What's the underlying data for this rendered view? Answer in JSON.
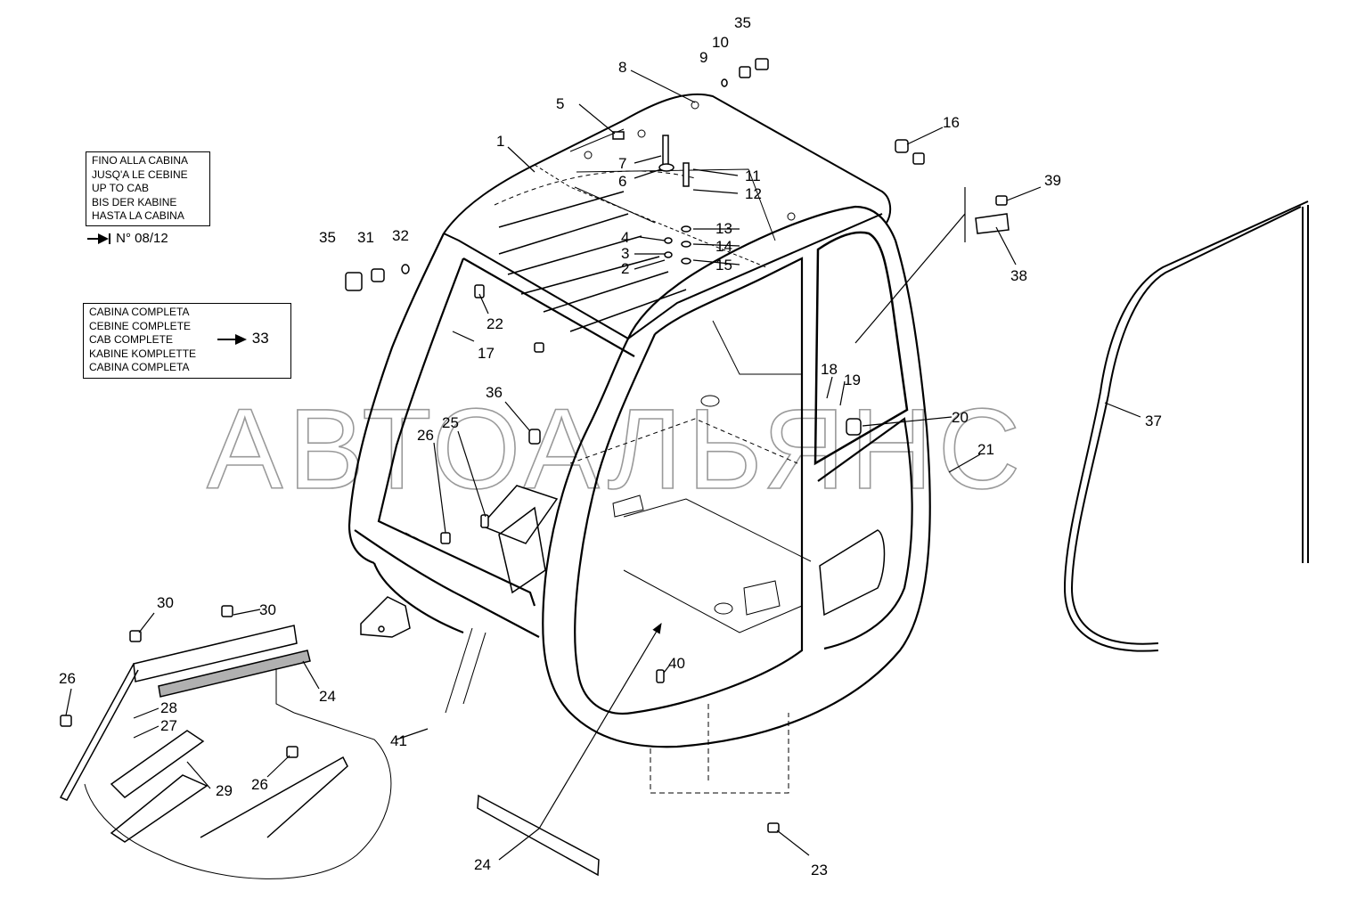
{
  "legend_up_to_cab": {
    "lines": [
      "FINO ALLA CABINA",
      "JUSQ'A LE CEBINE",
      "UP TO CAB",
      "BIS DER KABINE",
      "HASTA LA  CABINA"
    ],
    "ref": "N° 08/12"
  },
  "legend_cab_complete": {
    "lines": [
      "CABINA COMPLETA",
      "CEBINE COMPLETE",
      "CAB COMPLETE",
      "KABINE KOMPLETTE",
      "CABINA COMPLETA"
    ],
    "ref": "33"
  },
  "watermark": "АВТОАЛЬЯНС",
  "callouts": [
    {
      "id": "c35a",
      "label": "35"
    },
    {
      "id": "c10",
      "label": "10"
    },
    {
      "id": "c9",
      "label": "9"
    },
    {
      "id": "c8",
      "label": "8"
    },
    {
      "id": "c16",
      "label": "16"
    },
    {
      "id": "c5",
      "label": "5"
    },
    {
      "id": "c1",
      "label": "1"
    },
    {
      "id": "c7",
      "label": "7"
    },
    {
      "id": "c6",
      "label": "6"
    },
    {
      "id": "c11",
      "label": "11"
    },
    {
      "id": "c12",
      "label": "12"
    },
    {
      "id": "c39",
      "label": "39"
    },
    {
      "id": "c13",
      "label": "13"
    },
    {
      "id": "c4",
      "label": "4"
    },
    {
      "id": "c14",
      "label": "14"
    },
    {
      "id": "c3",
      "label": "3"
    },
    {
      "id": "c15",
      "label": "15"
    },
    {
      "id": "c2",
      "label": "2"
    },
    {
      "id": "c35b",
      "label": "35"
    },
    {
      "id": "c31",
      "label": "31"
    },
    {
      "id": "c32",
      "label": "32"
    },
    {
      "id": "c38",
      "label": "38"
    },
    {
      "id": "c22",
      "label": "22"
    },
    {
      "id": "c17",
      "label": "17"
    },
    {
      "id": "c36",
      "label": "36"
    },
    {
      "id": "c18",
      "label": "18"
    },
    {
      "id": "c19",
      "label": "19"
    },
    {
      "id": "c20",
      "label": "20"
    },
    {
      "id": "c37",
      "label": "37"
    },
    {
      "id": "c26a",
      "label": "26"
    },
    {
      "id": "c25",
      "label": "25"
    },
    {
      "id": "c21",
      "label": "21"
    },
    {
      "id": "c30a",
      "label": "30"
    },
    {
      "id": "c30b",
      "label": "30"
    },
    {
      "id": "c40",
      "label": "40"
    },
    {
      "id": "c26b",
      "label": "26"
    },
    {
      "id": "c24a",
      "label": "24"
    },
    {
      "id": "c28",
      "label": "28"
    },
    {
      "id": "c27",
      "label": "27"
    },
    {
      "id": "c41",
      "label": "41"
    },
    {
      "id": "c29",
      "label": "29"
    },
    {
      "id": "c26c",
      "label": "26"
    },
    {
      "id": "c24b",
      "label": "24"
    },
    {
      "id": "c23",
      "label": "23"
    }
  ]
}
